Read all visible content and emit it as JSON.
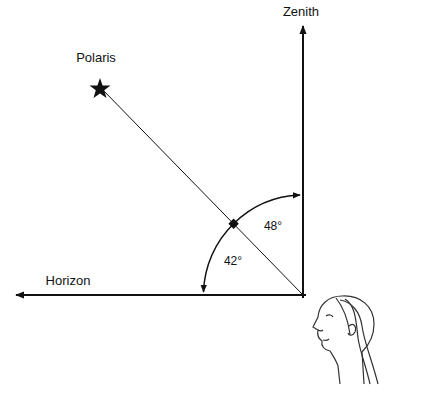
{
  "diagram": {
    "labels": [
      "Polaris",
      "Zenith",
      "Horizon",
      "48°",
      "42°"
    ]
  }
}
